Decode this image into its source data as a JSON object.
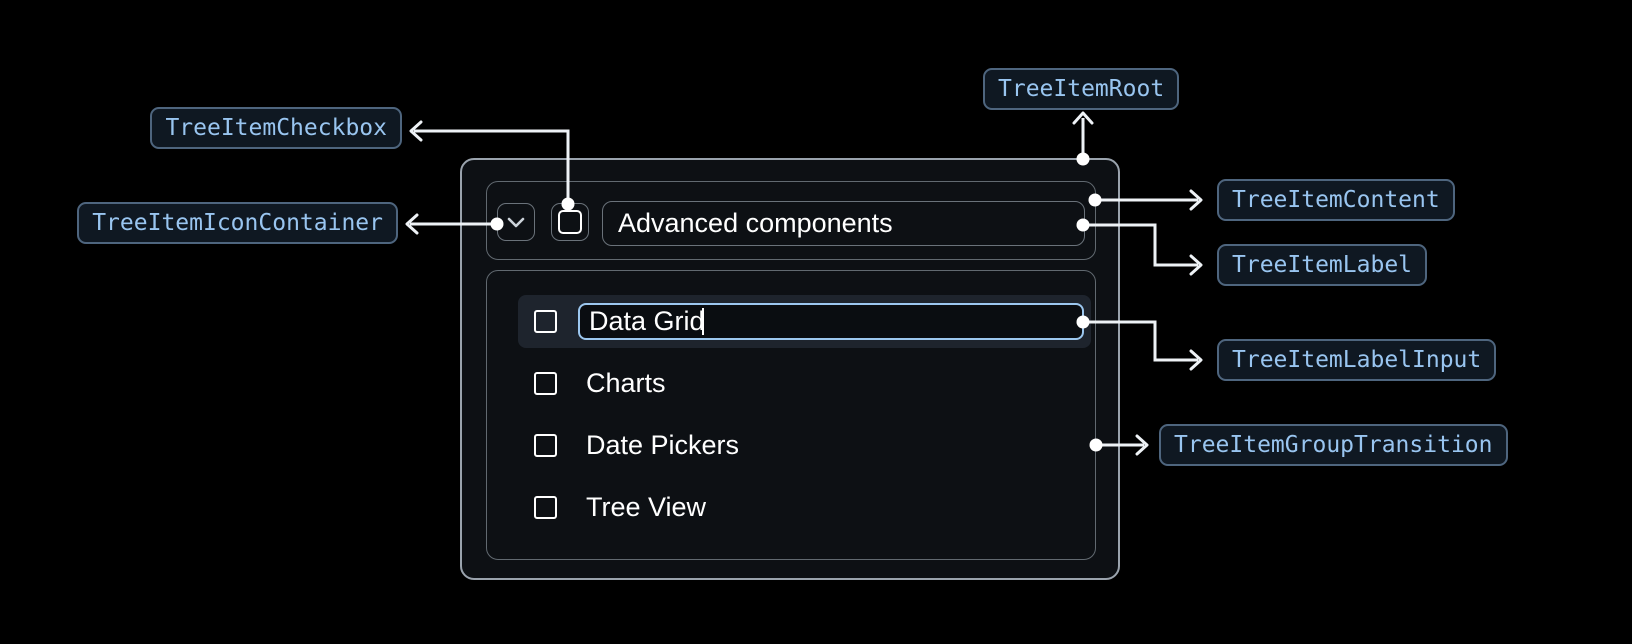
{
  "figure": {
    "description": "Tree item anatomy diagram: expanded tree item with labeled slots",
    "background": "#000000"
  },
  "annotations": {
    "root": "TreeItemRoot",
    "content": "TreeItemContent",
    "label": "TreeItemLabel",
    "label_input": "TreeItemLabelInput",
    "group_transition": "TreeItemGroupTransition",
    "checkbox": "TreeItemCheckbox",
    "icon_container": "TreeItemIconContainer"
  },
  "tree": {
    "parent": {
      "label": "Advanced components",
      "expanded": true,
      "checked": false
    },
    "children": [
      {
        "label": "Data Grid",
        "checked": false,
        "editing": true,
        "selected": true
      },
      {
        "label": "Charts",
        "checked": false
      },
      {
        "label": "Date Pickers",
        "checked": false
      },
      {
        "label": "Tree View",
        "checked": false
      }
    ]
  },
  "icons": {
    "expand": "chevron-down-icon",
    "checkbox_state": "unchecked"
  },
  "colors": {
    "page_bg": "#000000",
    "panel_bg": "#0d1014",
    "panel_border": "#9aa3ad",
    "inner_border": "#616970",
    "selected_row_bg": "#1e242d",
    "input_border": "#9cc7ef",
    "badge_bg": "#0f1822",
    "badge_border": "#4e657e",
    "badge_text": "#99c5f0",
    "connector": "#eef2f6",
    "text": "#ffffff"
  }
}
